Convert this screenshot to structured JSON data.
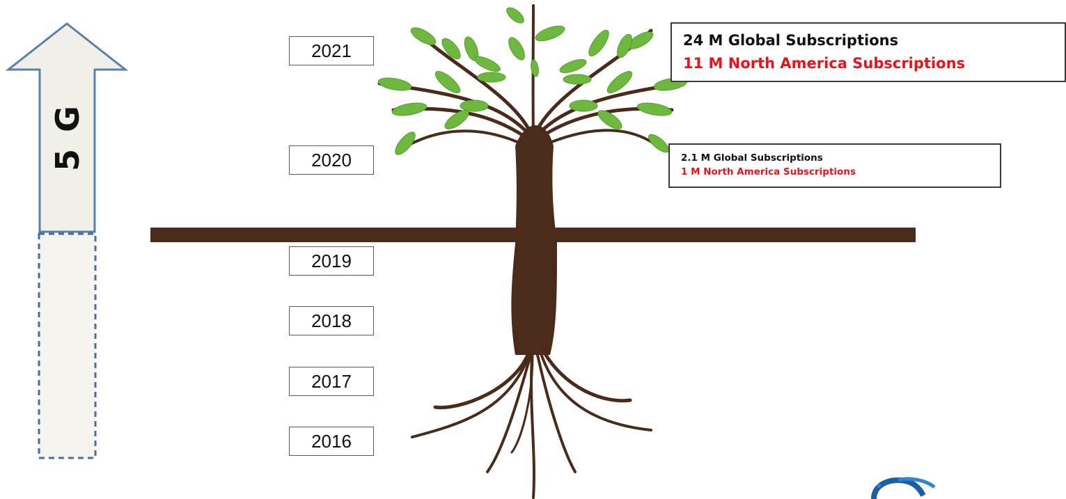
{
  "arrow": {
    "label": "5 G"
  },
  "years": [
    "2021",
    "2020",
    "2019",
    "2018",
    "2017",
    "2016"
  ],
  "callouts": {
    "y2021": {
      "global": "24 M Global Subscriptions",
      "north_america": "11 M North America Subscriptions"
    },
    "y2020": {
      "global": "2.1 M Global Subscriptions",
      "north_america": "1 M North America Subscriptions"
    }
  },
  "colors": {
    "trunk": "#4a2a18",
    "leaf": "#6fb83f",
    "arrow_border": "#5a7fa8",
    "arrow_fill": "#f1f0e8",
    "global_text": "#111111",
    "north_america_text": "#e8141b"
  }
}
